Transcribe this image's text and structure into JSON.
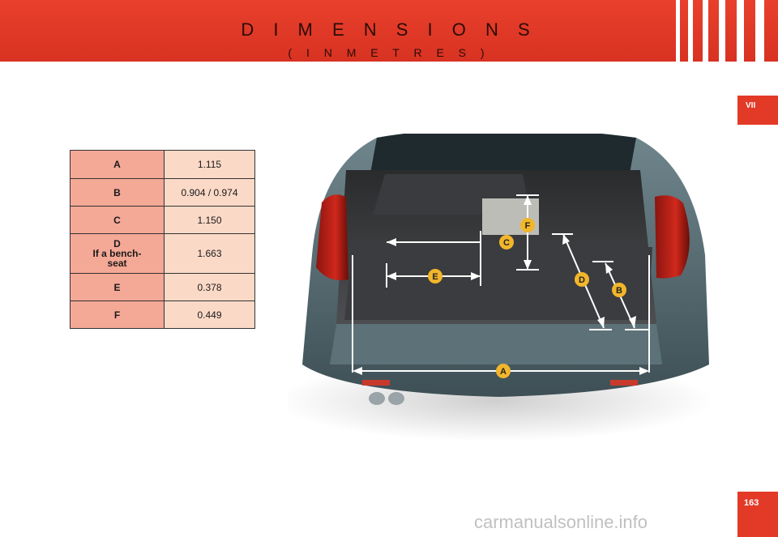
{
  "header": {
    "title": "D I M E N S I O N S",
    "subtitle": "( I N   M E T R E S )",
    "colors": {
      "band": "#e23a27",
      "text": "#2a0c08"
    }
  },
  "chapter_tab": {
    "label": "VII"
  },
  "page_tab": {
    "number": "163"
  },
  "dimensions": [
    {
      "label": "A",
      "value": "1.115"
    },
    {
      "label": "B",
      "value": "0.904 / 0.974"
    },
    {
      "label": "C",
      "value": "1.150"
    },
    {
      "label": "D\nIf a bench-\nseat",
      "value": "1.663"
    },
    {
      "label": "E",
      "value": "0.378"
    },
    {
      "label": "F",
      "value": "0.449"
    }
  ],
  "photo_markers": [
    "F",
    "C",
    "E",
    "D",
    "B",
    "A"
  ],
  "watermark": "carmanualsonline.info"
}
